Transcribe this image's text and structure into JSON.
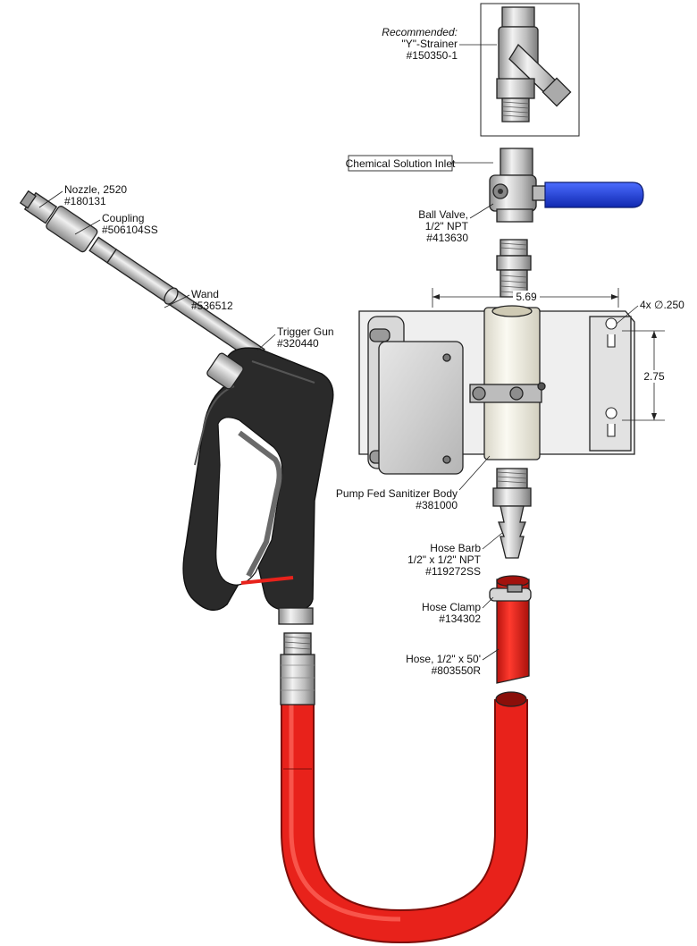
{
  "labels": {
    "recommended": "Recommended:",
    "strainer_name": "\"Y\"-Strainer",
    "strainer_part": "#150350-1",
    "inlet": "Chemical Solution Inlet",
    "ball_valve_name": "Ball Valve,",
    "ball_valve_size": "1/2\" NPT",
    "ball_valve_part": "#413630",
    "nozzle_name": "Nozzle, 2520",
    "nozzle_part": "#180131",
    "coupling_name": "Coupling",
    "coupling_part": "#506104SS",
    "wand_name": "Wand",
    "wand_part": "#536512",
    "trigger_name": "Trigger Gun",
    "trigger_part": "#320440",
    "body_name": "Pump Fed Sanitizer Body",
    "body_part": "#381000",
    "barb_name": "Hose Barb",
    "barb_size": "1/2\" x 1/2\" NPT",
    "barb_part": "#119272SS",
    "clamp_name": "Hose Clamp",
    "clamp_part": "#134302",
    "hose_name": "Hose, 1/2\" x 50'",
    "hose_part": "#803550R"
  },
  "dimensions": {
    "width": "5.69",
    "holes": "4x ∅.250",
    "height": "2.75"
  },
  "colors": {
    "hose_red": "#e8221b",
    "handle_blue": "#1b3fe0",
    "gun_black": "#2a2a2a",
    "steel": "#c9c9c9"
  }
}
